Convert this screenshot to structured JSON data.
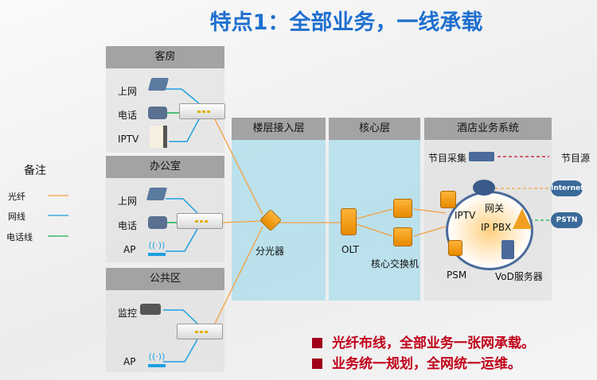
{
  "title": "特点1：全部业务，一线承载",
  "legend": {
    "heading": "备注",
    "items": [
      {
        "label": "光纤",
        "color": "#f5a040"
      },
      {
        "label": "网线",
        "color": "#1ea0e0"
      },
      {
        "label": "电话线",
        "color": "#18b050"
      }
    ]
  },
  "zones": {
    "guest_room": {
      "title": "客房",
      "items": [
        "上网",
        "电话",
        "IPTV"
      ]
    },
    "office": {
      "title": "办公室",
      "items": [
        "上网",
        "电话",
        "AP"
      ]
    },
    "public": {
      "title": "公共区",
      "items": [
        "监控",
        "AP"
      ]
    }
  },
  "layers": {
    "floor_access": {
      "title": "楼层接入层",
      "device": "分光器"
    },
    "core": {
      "title": "核心层",
      "olt": "OLT",
      "switch": "核心交换机"
    },
    "hotel_system": {
      "title": "酒店业务系统",
      "capture": "节目采集",
      "source": "节目源",
      "gateway": "网关",
      "iptv": "IPTV",
      "pbx": "IP PBX",
      "psm": "PSM",
      "vod": "VoD服务器",
      "internet": "Internet",
      "pstn": "PSTN"
    }
  },
  "bullets": [
    "光纤布线，全部业务一张网承载。",
    "业务统一规划，全网统一运维。"
  ]
}
